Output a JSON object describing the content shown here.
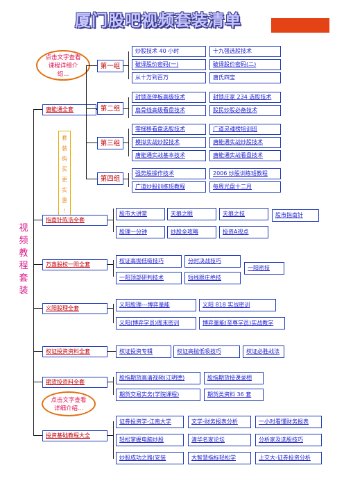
{
  "title": "厦门股吧视频套装清单",
  "vertical_label": [
    "视",
    "频",
    "教",
    "程",
    "套",
    "装"
  ],
  "promo_label": [
    "套",
    "装",
    "购",
    "买",
    "更",
    "实",
    "惠",
    "!"
  ],
  "bubble1": "点击文字查看课程详细介绍...",
  "bubble2": "点击文字查看详细介绍...",
  "categories": {
    "c1": "唐能通全套",
    "c2": "指南针陈浩全套",
    "c3": "万鑫股校一阳全套",
    "c4": "义阳股理全套",
    "c5": "权证投资资料全套",
    "c6": "期货投资料全套",
    "c7": "投资基础教程大全"
  },
  "groups": {
    "g1": "第一组",
    "g2": "第二组",
    "g3": "第三组",
    "g4": "第四组"
  },
  "items": {
    "g1a": "炒股技术 40 小时",
    "g1b": "十九强选股技术",
    "g1c": "破译股价密码(一)",
    "g1d": "破译股价密码(二)",
    "g1e": "从十万到百万",
    "g1f": "唐氏四宝",
    "g2a": "封锁涨停板高级技术",
    "g2b": "封锁庄家 234 选股技术",
    "g2c": "扇骨线高级看盘技术",
    "g2d": "股民炒股必备技术",
    "g3a": "零梯移看盘选股技术",
    "g3b": "广道灵魂榜培训班",
    "g3c": "模拟实战炒股技术",
    "g3d": "唐能通实战炒股技术",
    "g3e": "唐能通实战基本技术",
    "g3f": "唐能通实战看盘技术",
    "g4a": "强势股操作技术",
    "g4b": "2006 炒股训练班教程",
    "g4c": "广道炒股训练班教程",
    "g4d": "每周光盘十二月",
    "c2a": "股市大讲堂",
    "c2b": "天狼之眼",
    "c2c": "天狼之技",
    "c2d": "股市指南针",
    "c2e": "股理一分钟",
    "c2f": "炒股全攻略",
    "c2g": "投资A视点",
    "c3a": "权证高抛低吸技巧",
    "c3b": "分时决战技巧",
    "c3c": "一阳密技",
    "c3d": "一阳顶部研判技术",
    "c3e": "短线跟庄绝技",
    "c4a": "义阳股理---博弈量能",
    "c4b": "义阳 818 实战密训",
    "c4c": "义阳(博弈学员)周末密训",
    "c4d": "博弈量能(至尊学员)实战教学",
    "c5a": "权证投资专辑",
    "c5b": "权证高抛低吸技巧",
    "c5c": "权证必胜战法",
    "c6a": "股指期货高清视频(江明德)",
    "c6b": "股指期货授课录相",
    "c6c": "期货交易实务(学院课程)",
    "c6d": "期货类资料 36 套",
    "c7a": "证券投资学-江南大学",
    "c7b": "文学-财务报表分析",
    "c7c": "一小时看懂财务报表",
    "c7d": "轻松掌握电脑炒股",
    "c7e": "清华名家论坛",
    "c7f": "分析家及选股技巧",
    "c7g": "炒股成功之路(安装",
    "c7h": "大智慧指标轻松学",
    "c7i": "上交大-证券投资分析"
  }
}
